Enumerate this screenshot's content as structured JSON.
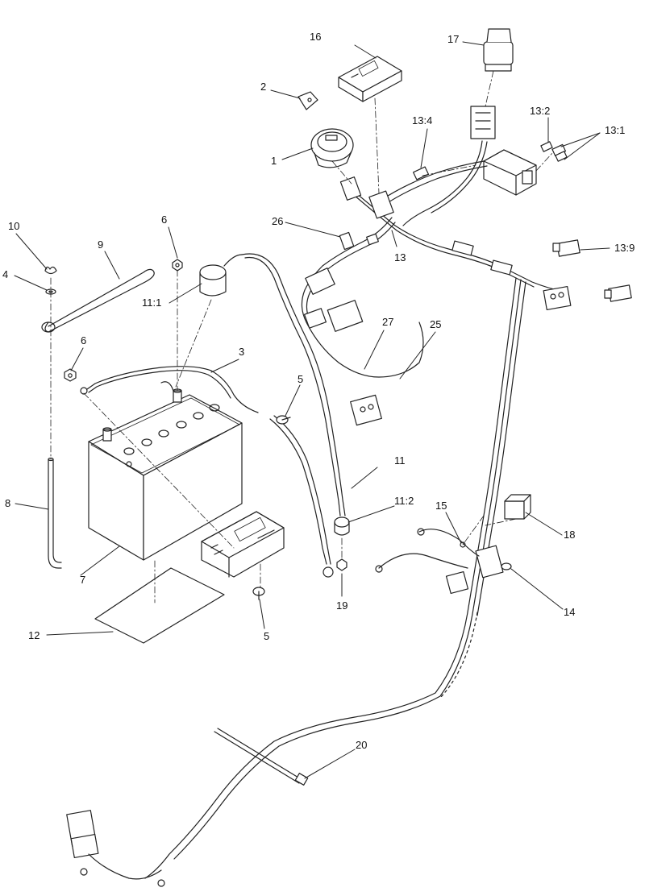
{
  "callouts": {
    "c1": "1",
    "c2": "2",
    "c3": "3",
    "c4": "4",
    "c5a": "5",
    "c5b": "5",
    "c6a": "6",
    "c6b": "6",
    "c7": "7",
    "c8": "8",
    "c9": "9",
    "c10": "10",
    "c11": "11",
    "c11_1": "11:1",
    "c11_2": "11:2",
    "c12": "12",
    "c13": "13",
    "c13_1": "13:1",
    "c13_2": "13:2",
    "c13_4": "13:4",
    "c13_9": "13:9",
    "c14": "14",
    "c15": "15",
    "c16": "16",
    "c17": "17",
    "c18": "18",
    "c19": "19",
    "c20": "20",
    "c25": "25",
    "c26": "26",
    "c27": "27"
  },
  "colors": {
    "line": "#222222",
    "background": "#ffffff"
  }
}
